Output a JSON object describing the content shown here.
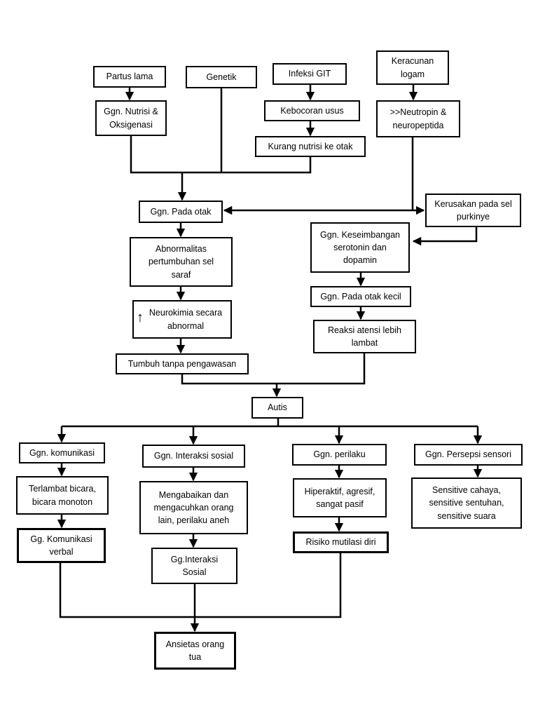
{
  "nodes": {
    "partus_lama": "Partus lama",
    "genetik": "Genetik",
    "infeksi_git": "Infeksi GIT",
    "keracunan_logam": "Keracunan\nlogam",
    "ggn_nutrisi": "Ggn. Nutrisi &\nOksigenasi",
    "kebocoran_usus": "Kebocoran usus",
    "neutropin": ">>Neutropin &\nneuropeptida",
    "kurang_nutrisi": "Kurang nutrisi ke otak",
    "ggn_pada_otak": "Ggn. Pada otak",
    "kerusakan_sel": "Kerusakan pada sel\npurkinye",
    "abnormalitas": "Abnormalitas\npertumbuhan sel\nsaraf",
    "ggn_keseimbangan": "Ggn. Keseimbangan\nserotonin dan\ndopamin",
    "neurokimia": "Neurokimia secara\nabnormal",
    "neurokimia_arrow": "↑",
    "ggn_otak_kecil": "Ggn. Pada otak kecil",
    "reaksi_atensi": "Reaksi atensi lebih\nlambat",
    "tumbuh_tanpa": "Tumbuh tanpa pengawasan",
    "autis": "Autis",
    "ggn_komunikasi": "Ggn. komunikasi",
    "ggn_interaksi": "Ggn. Interaksi sosial",
    "ggn_perilaku": "Ggn. perilaku",
    "ggn_persepsi": "Ggn. Persepsi sensori",
    "terlambat_bicara": "Terlambat bicara,\nbicara monoton",
    "mengabaikan": "Mengabaikan dan\nmengacuhkan orang\nlain, perilaku aneh",
    "hiperaktif": "Hiperaktif, agresif,\nsangat pasif",
    "sensitive": "Sensitive cahaya,\nsensitive sentuhan,\nsensitive suara",
    "gg_komunikasi_verbal": "Gg. Komunikasi\nverbal",
    "gg_interaksi_sosial": "Gg.Interaksi\nSosial",
    "risiko_mutilasi": "Risiko mutilasi diri",
    "ansietas": "Ansietas orang\ntua"
  }
}
